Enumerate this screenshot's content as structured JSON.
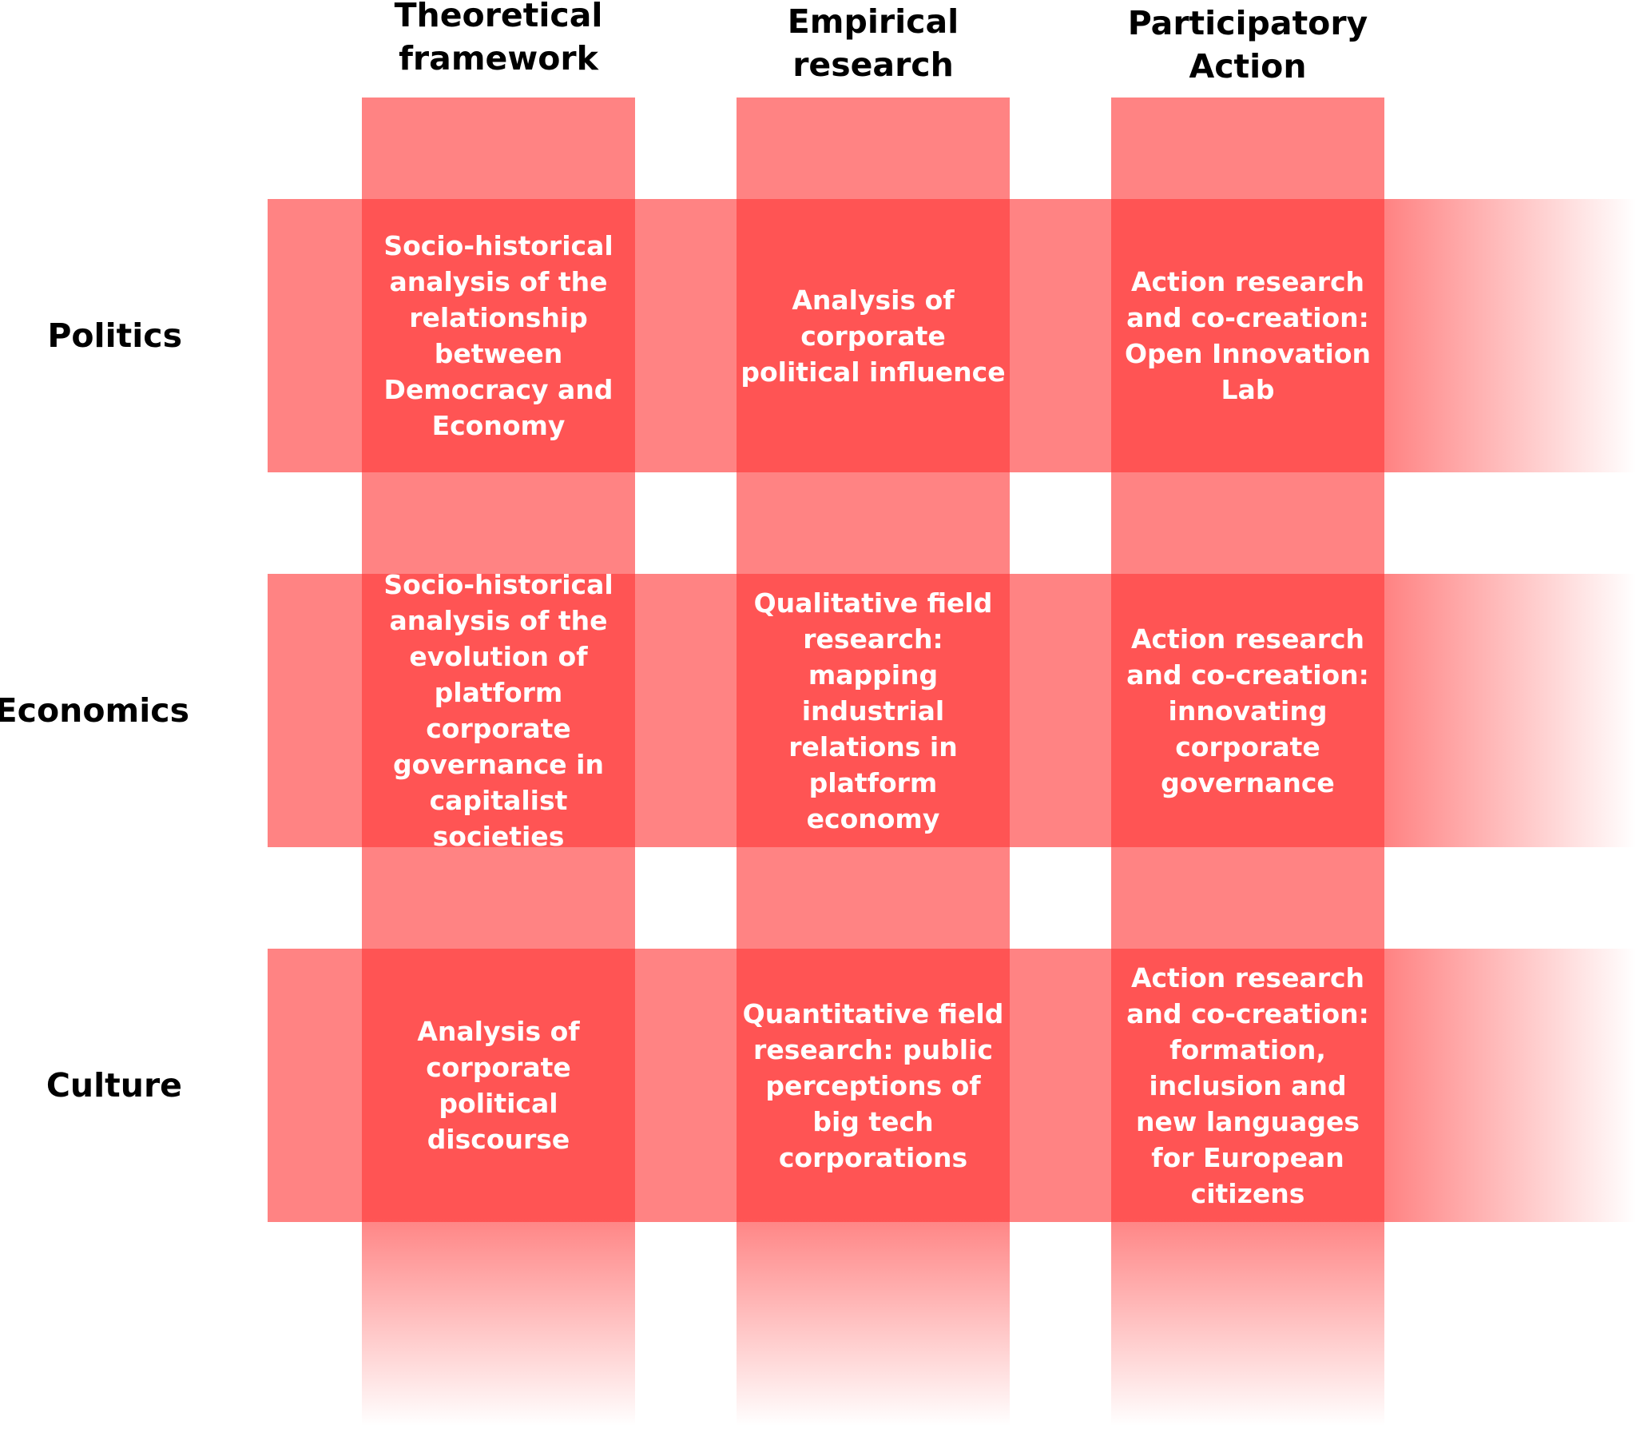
{
  "columns": [
    "Theoretical framework",
    "Empirical research",
    "Participatory Action"
  ],
  "rows": [
    "Politics",
    "Economics",
    "Culture"
  ],
  "cells": [
    [
      "Socio-historical analysis of the relationship between Democracy and Economy",
      "Analysis of corporate political influence",
      "Action research and co-creation: Open Innovation Lab"
    ],
    [
      "Socio-historical analysis of the evolution of platform corporate governance in capitalist societies",
      "Qualitative field research: mapping industrial relations in platform economy",
      "Action research and co-creation: innovating corporate governance"
    ],
    [
      "Analysis of corporate political discourse",
      "Quantitative field research: public perceptions of big tech corporations",
      "Action research and co-creation: formation, inclusion and new languages for European citizens"
    ]
  ],
  "colors": {
    "band": "#FF3737",
    "text_on_band": "#FFFFFF",
    "label": "#000000"
  }
}
